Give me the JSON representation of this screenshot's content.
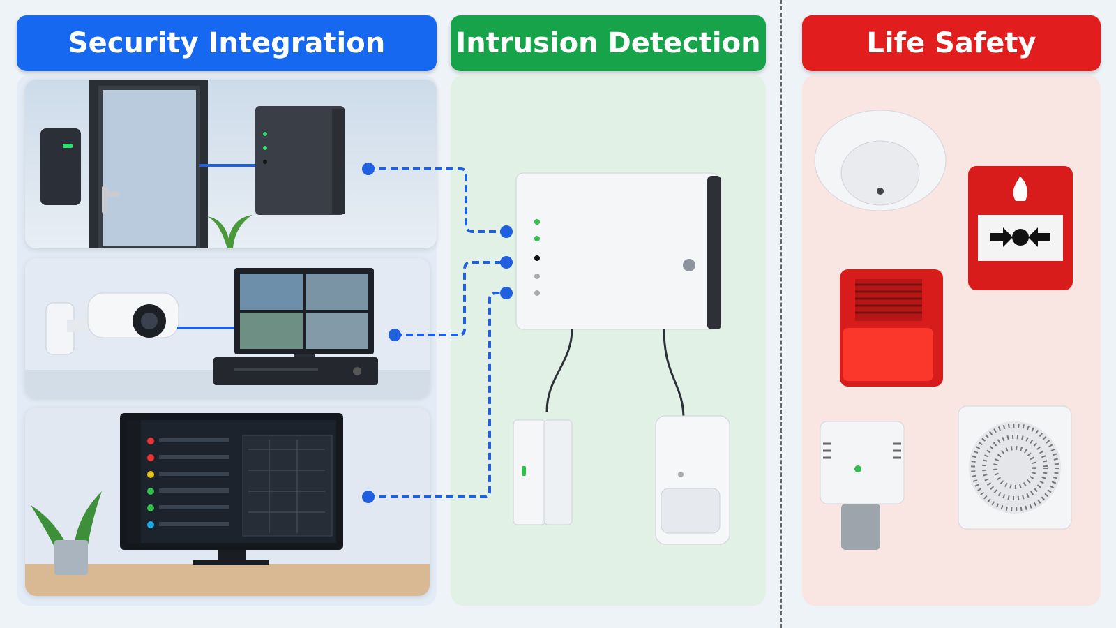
{
  "sections": {
    "security": {
      "title": "Security Integration",
      "color": "#1668f0"
    },
    "intrusion": {
      "title": "Intrusion Detection",
      "color": "#16a34a"
    },
    "life_safety": {
      "title": "Life Safety",
      "color": "#e11d1d"
    }
  },
  "security_items": [
    {
      "icon": "access-control-reader-icon"
    },
    {
      "icon": "cctv-camera-icon"
    },
    {
      "icon": "monitoring-software-icon"
    }
  ],
  "intrusion_items": [
    {
      "icon": "alarm-control-panel-icon"
    },
    {
      "icon": "door-contact-sensor-icon"
    },
    {
      "icon": "motion-detector-icon"
    }
  ],
  "life_safety_items": [
    {
      "icon": "smoke-detector-icon"
    },
    {
      "icon": "manual-call-point-icon"
    },
    {
      "icon": "horn-strobe-icon"
    },
    {
      "icon": "heat-detector-icon"
    },
    {
      "icon": "speaker-icon"
    }
  ],
  "connector_color": "#1f5fe0"
}
